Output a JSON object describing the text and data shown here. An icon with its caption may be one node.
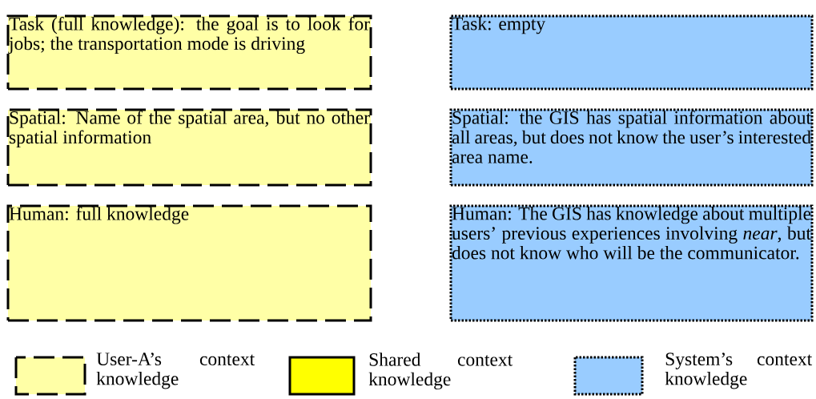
{
  "diagram": {
    "nodes": [
      {
        "text": [
          "Task (full knowledge): the goal is to look for jobs; the transportation mode is driving"
        ]
      },
      {
        "text": [
          "Task: empty"
        ]
      },
      {
        "text": [
          "Spatial: Name of the spatial area, but no other spatial information"
        ]
      },
      {
        "text": [
          "Spatial: the GIS has spatial information about all areas, but does not know the user’s interested area name."
        ]
      },
      {
        "text": [
          "Human: full knowledge"
        ]
      },
      {
        "text": [
          "Human: The GIS has knowledge about multiple users’ previous experiences involving *near*, but does not know who will be the communicator."
        ]
      }
    ],
    "legend": [
      {
        "text": "User-A’s context knowledge",
        "color": "#ffffa6"
      },
      {
        "text": "Shared context knowledge",
        "color": "#ffff00"
      },
      {
        "text": "System’s context knowledge",
        "color": "#99ccff"
      }
    ]
  }
}
